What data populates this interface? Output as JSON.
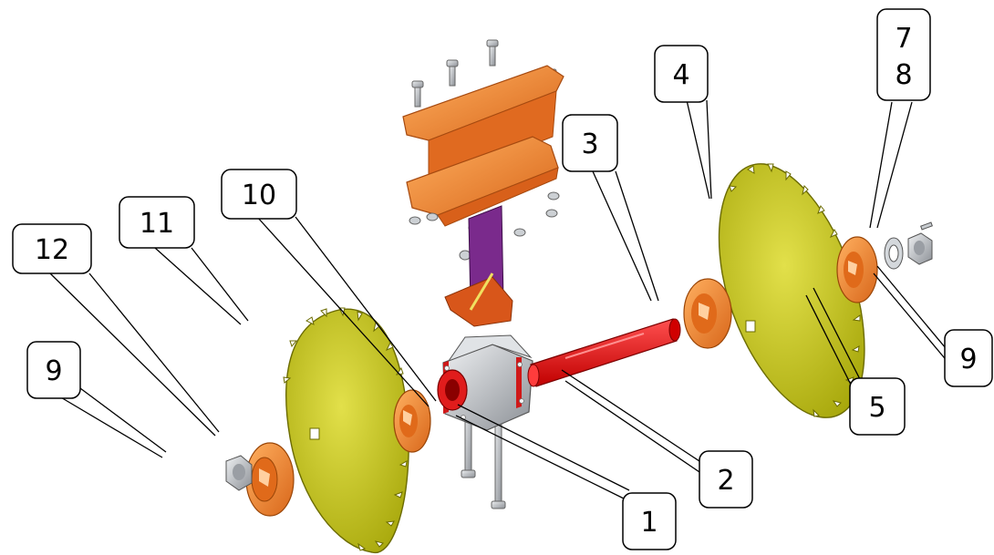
{
  "callouts": [
    {
      "id": "c1",
      "label": "1"
    },
    {
      "id": "c2",
      "label": "2"
    },
    {
      "id": "c3",
      "label": "3"
    },
    {
      "id": "c4",
      "label": "4"
    },
    {
      "id": "c5",
      "label": "5"
    },
    {
      "id": "c78",
      "lines": [
        "7",
        "8"
      ]
    },
    {
      "id": "c9r",
      "label": "9"
    },
    {
      "id": "c9l",
      "label": "9"
    },
    {
      "id": "c10",
      "label": "10"
    },
    {
      "id": "c11",
      "label": "11"
    },
    {
      "id": "c12",
      "label": "12"
    }
  ],
  "colors": {
    "disc": "#c8c81a",
    "disc_edge": "#6b6b00",
    "hub": "#f28a2a",
    "bracket": "#f07a2a",
    "shaft": "#e81818",
    "post": "#7a2a8c",
    "bearing": "#c0c4c8",
    "bolt": "#b8bcc0"
  }
}
